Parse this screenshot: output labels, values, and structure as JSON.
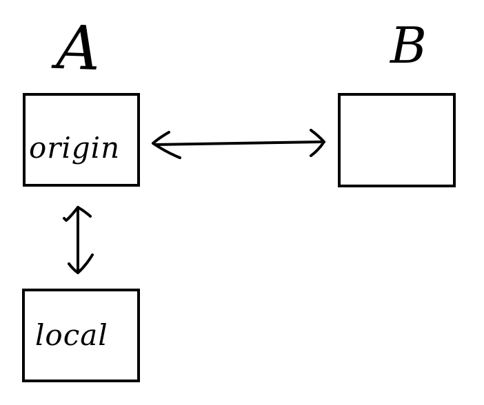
{
  "diagram": {
    "background": "#ffffff",
    "colors": {
      "stroke": "#000000"
    },
    "node_a": {
      "label": "A",
      "box_text": "origin"
    },
    "node_b": {
      "label": "B",
      "box_text": ""
    },
    "node_local": {
      "box_text": "local"
    },
    "arrows": [
      {
        "name": "a-b",
        "style": "double-headed",
        "orientation": "horizontal"
      },
      {
        "name": "a-local",
        "style": "double-headed",
        "orientation": "vertical"
      }
    ]
  }
}
